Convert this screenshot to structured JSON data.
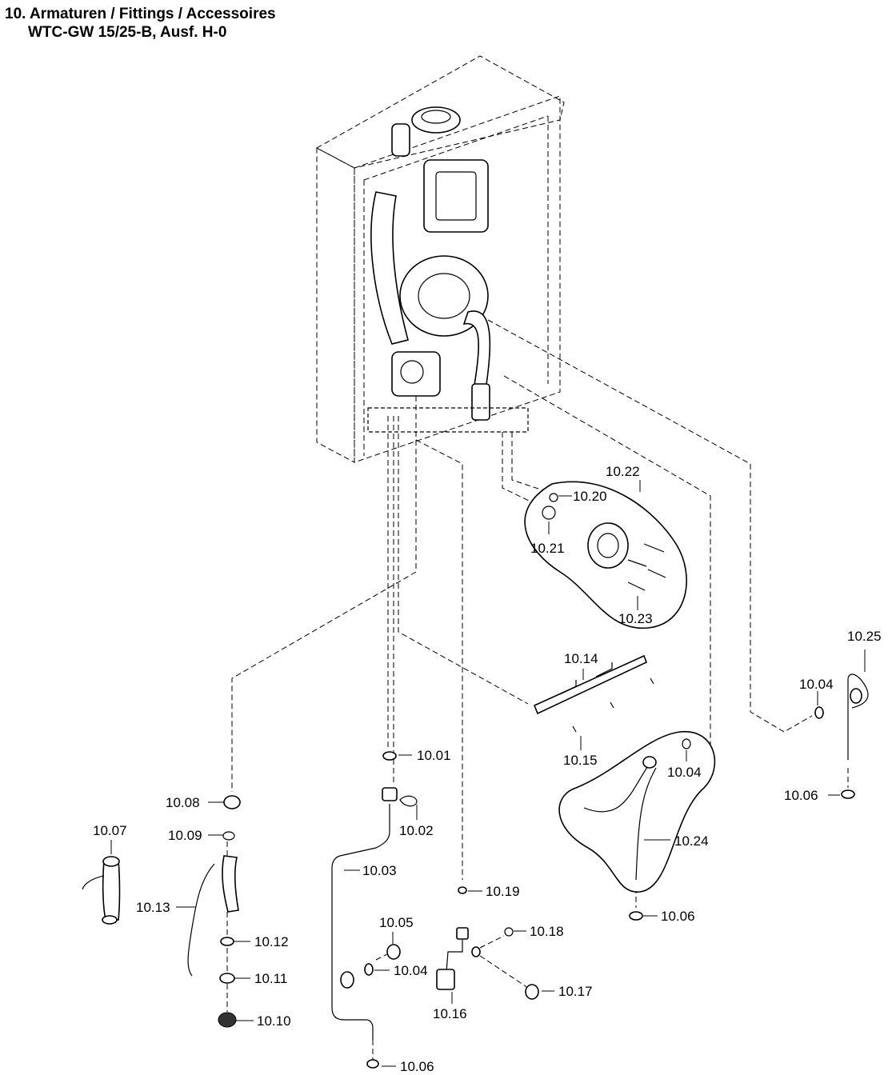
{
  "header": {
    "title": "10. Armaturen / Fittings / Accessoires",
    "subtitle": "WTC-GW 15/25-B, Ausf. H-0"
  },
  "labels": {
    "p1001": "10.01",
    "p1002": "10.02",
    "p1003": "10.03",
    "p1004a": "10.04",
    "p1004b": "10.04",
    "p1004c": "10.04",
    "p1005": "10.05",
    "p1006a": "10.06",
    "p1006b": "10.06",
    "p1006c": "10.06",
    "p1007": "10.07",
    "p1008": "10.08",
    "p1009": "10.09",
    "p1010": "10.10",
    "p1011": "10.11",
    "p1012": "10.12",
    "p1013": "10.13",
    "p1014": "10.14",
    "p1015": "10.15",
    "p1016": "10.16",
    "p1017": "10.17",
    "p1018": "10.18",
    "p1019": "10.19",
    "p1020": "10.20",
    "p1021": "10.21",
    "p1022": "10.22",
    "p1023": "10.23",
    "p1024": "10.24",
    "p1025": "10.25"
  }
}
